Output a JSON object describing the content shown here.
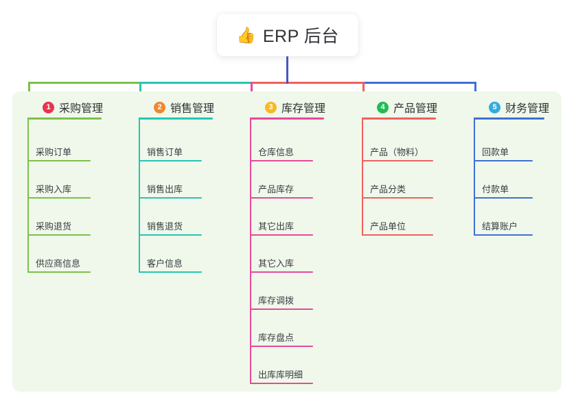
{
  "root": {
    "icon": "thumbs-up-icon",
    "emoji": "👍",
    "title": "ERP 后台"
  },
  "palette": {
    "panel_bg": "#eff8ea",
    "page_bg": "#ffffff",
    "card_bg": "#ffffff",
    "text": "#2f3135",
    "trunk": "#4556c4"
  },
  "columns": [
    {
      "index": "1",
      "title": "采购管理",
      "badge_color": "#e8354f",
      "line_color": "#7cc04a",
      "items": [
        {
          "label": "采购订单"
        },
        {
          "label": "采购入库"
        },
        {
          "label": "采购退货"
        },
        {
          "label": "供应商信息"
        }
      ]
    },
    {
      "index": "2",
      "title": "销售管理",
      "badge_color": "#f2872f",
      "line_color": "#27c4b4",
      "items": [
        {
          "label": "销售订单"
        },
        {
          "label": "销售出库"
        },
        {
          "label": "销售退货"
        },
        {
          "label": "客户信息"
        }
      ]
    },
    {
      "index": "3",
      "title": "库存管理",
      "badge_color": "#f7b924",
      "line_color": "#e8489a",
      "items": [
        {
          "label": "仓库信息"
        },
        {
          "label": "产品库存"
        },
        {
          "label": "其它出库"
        },
        {
          "label": "其它入库"
        },
        {
          "label": "库存调拨"
        },
        {
          "label": "库存盘点"
        },
        {
          "label": "出库库明细"
        }
      ]
    },
    {
      "index": "4",
      "title": "产品管理",
      "badge_color": "#22bb55",
      "line_color": "#f0605d",
      "items": [
        {
          "label": "产品（物料）"
        },
        {
          "label": "产品分类"
        },
        {
          "label": "产品单位"
        }
      ]
    },
    {
      "index": "5",
      "title": "财务管理",
      "badge_color": "#32ace0",
      "line_color": "#3e6fd6",
      "items": [
        {
          "label": "回款单"
        },
        {
          "label": "付款单"
        },
        {
          "label": "结算账户"
        }
      ]
    }
  ]
}
